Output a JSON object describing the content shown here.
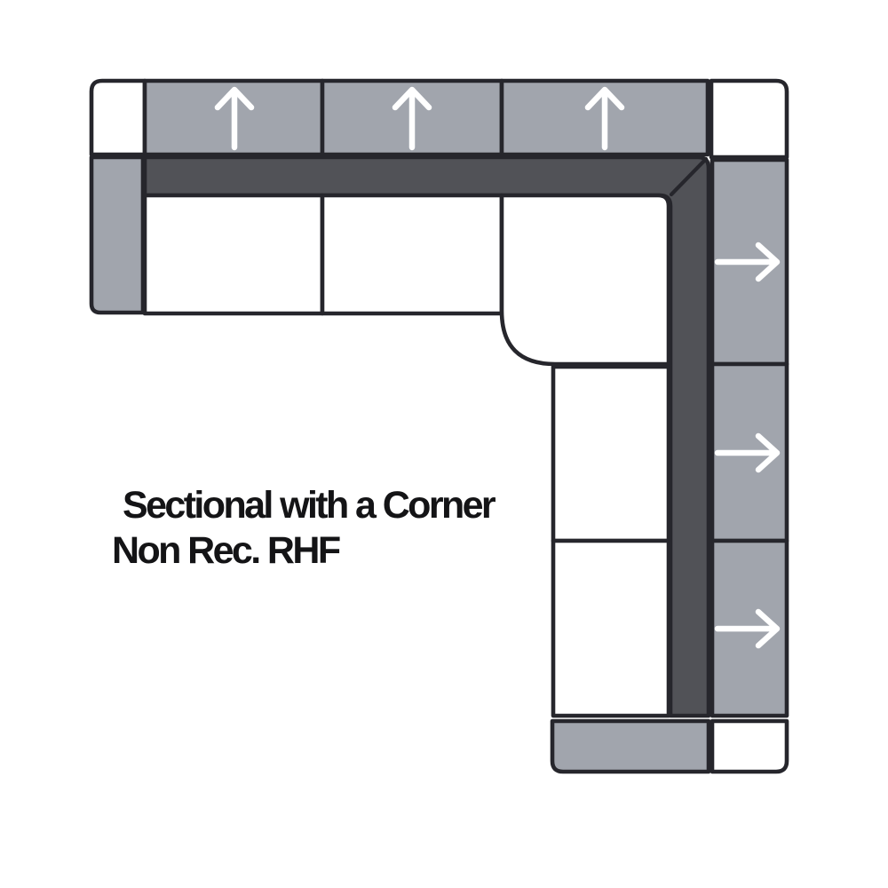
{
  "title": {
    "line1": "Sectional with a Corner",
    "line2": "Non Rec. RHF"
  },
  "diagram": {
    "type": "sectional-sofa-top-view",
    "description": "Top view schematic of an L-shaped sectional with a rounded corner seat, three back cushions facing up, three back cushions facing right, end caps and armrests",
    "counts": {
      "up_arrow_back_cushions": 3,
      "right_arrow_back_cushions": 3,
      "seats": 5
    },
    "colors": {
      "cushion": "#a1a5ad",
      "back_band": "#515257",
      "seat": "#ffffff",
      "outline": "#26262c",
      "arrow": "#ffffff"
    }
  }
}
